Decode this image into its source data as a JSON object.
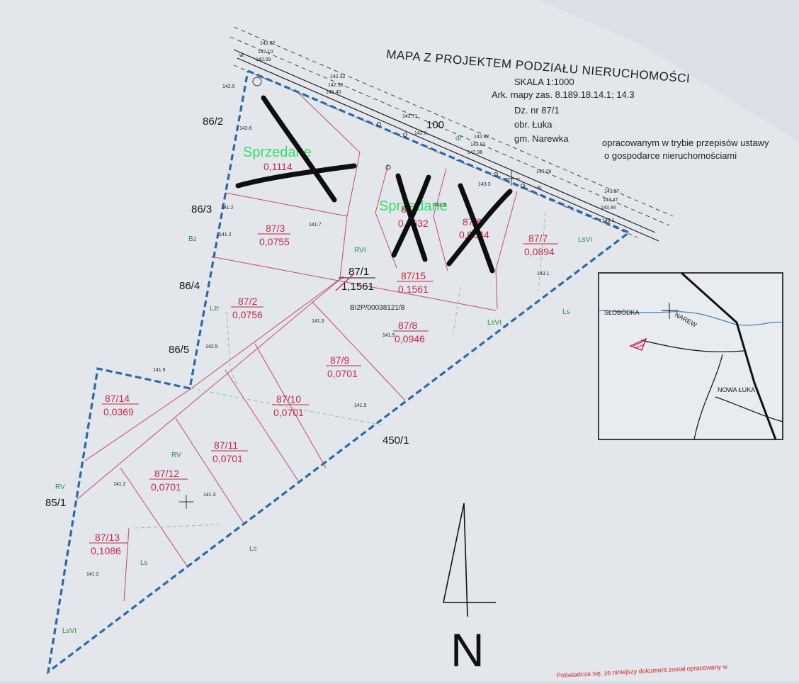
{
  "map": {
    "title": "MAPA Z PROJEKTEM PODZIAŁU NIERUCHOMOŚCI",
    "scale": "SKALA 1:1000",
    "sheet_ref": "Ark. mapy zas. 8.189.18.14.1; 14.3",
    "parcel_ref": "Dz. nr 87/1",
    "precinct": "obr. Łuka",
    "commune": "gm. Narewka",
    "note_line1": "opracowanym w trybie przepisów ustawy",
    "note_line2": "o gospodarce nieruchomościami",
    "footer_stamp": "Poświadcza się, że niniejszy dokument został opracowany w"
  },
  "sold_label": "Sprzedane",
  "parent_parcel": {
    "number": "87/1",
    "area": "1,1561",
    "register": "BI2P/00038121/8"
  },
  "plots": [
    {
      "number": "87/3",
      "area": "0,0755"
    },
    {
      "number": "87/2",
      "area": "0,0756"
    },
    {
      "number": "87/15",
      "area": "0,1561"
    },
    {
      "number": "87/8",
      "area": "0,0946"
    },
    {
      "number": "87/9",
      "area": "0,0701"
    },
    {
      "number": "87/10",
      "area": "0,0701"
    },
    {
      "number": "87/11",
      "area": "0,0701"
    },
    {
      "number": "87/12",
      "area": "0,0701"
    },
    {
      "number": "87/13",
      "area": "0,1086"
    },
    {
      "number": "87/14",
      "area": "0,0369"
    },
    {
      "number": "87/7",
      "area": "0,0894"
    },
    {
      "number": "",
      "area": "0,1114"
    },
    {
      "number": "87/",
      "area": "0,0632"
    },
    {
      "number": "87/6",
      "area": "0,0644"
    }
  ],
  "neighbours": [
    "86/2",
    "86/3",
    "86/4",
    "86/5",
    "85/1",
    "100",
    "450/1"
  ],
  "land_classes": [
    "Bz",
    "RVI",
    "Lzr",
    "RV",
    "RV",
    "Ls",
    "Ls",
    "LsVI",
    "LsVI",
    "LsVI",
    "Ls",
    "dr",
    "w.",
    "w."
  ],
  "elevations": [
    "142.02",
    "142.10",
    "142.09",
    "142.5",
    "142.32",
    "142.36",
    "142.40",
    "142.71",
    "142.6",
    "142.92",
    "143.03",
    "142.96",
    "143.3",
    "143.26",
    "143.37",
    "143.47",
    "143.44",
    "143.1",
    "142.6",
    "141.2",
    "141.2",
    "141.7",
    "142.9",
    "141.3",
    "141.5",
    "141.5",
    "141.9",
    "142.5",
    "141.2",
    "141.3",
    "141.2",
    "143.1"
  ],
  "inset": {
    "village_1": "SŁOBÓDKA",
    "river": "NAREW",
    "village_2": "NOWA ŁUKA"
  },
  "north_arrow": "N"
}
